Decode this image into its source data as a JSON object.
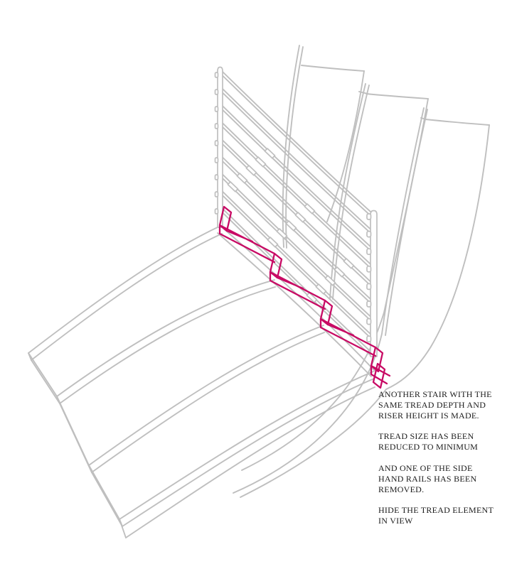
{
  "meta": {
    "title": "Curved stair design step diagram",
    "diagram_type": "axonometric wireframe"
  },
  "colors": {
    "background": "#FFFFFF",
    "line_gray": "#BFBFBF",
    "highlight_magenta": "#C80A64",
    "text": "#1C1C1C"
  },
  "diagram": {
    "elements": [
      "wide-curved-stair-treads",
      "left-riser-faces",
      "handrail-lattice-posts-and-rails",
      "rail-sleeve-connectors",
      "curved-riser-panels",
      "minimal-tread-highlight-zigzag"
    ]
  },
  "annotation": {
    "paragraphs": [
      {
        "lines": [
          "ANOTHER STAIR WITH THE",
          "SAME TREAD DEPTH AND",
          "RISER HEIGHT IS MADE."
        ]
      },
      {
        "lines": [
          "TREAD SIZE HAS BEEN",
          "REDUCED TO MINIMUM"
        ]
      },
      {
        "lines": [
          "AND ONE OF THE SIDE",
          "HAND RAILS HAS BEEN",
          "REMOVED."
        ]
      },
      {
        "lines": [
          "HIDE THE TREAD ELEMENT",
          "IN VIEW"
        ]
      }
    ]
  }
}
